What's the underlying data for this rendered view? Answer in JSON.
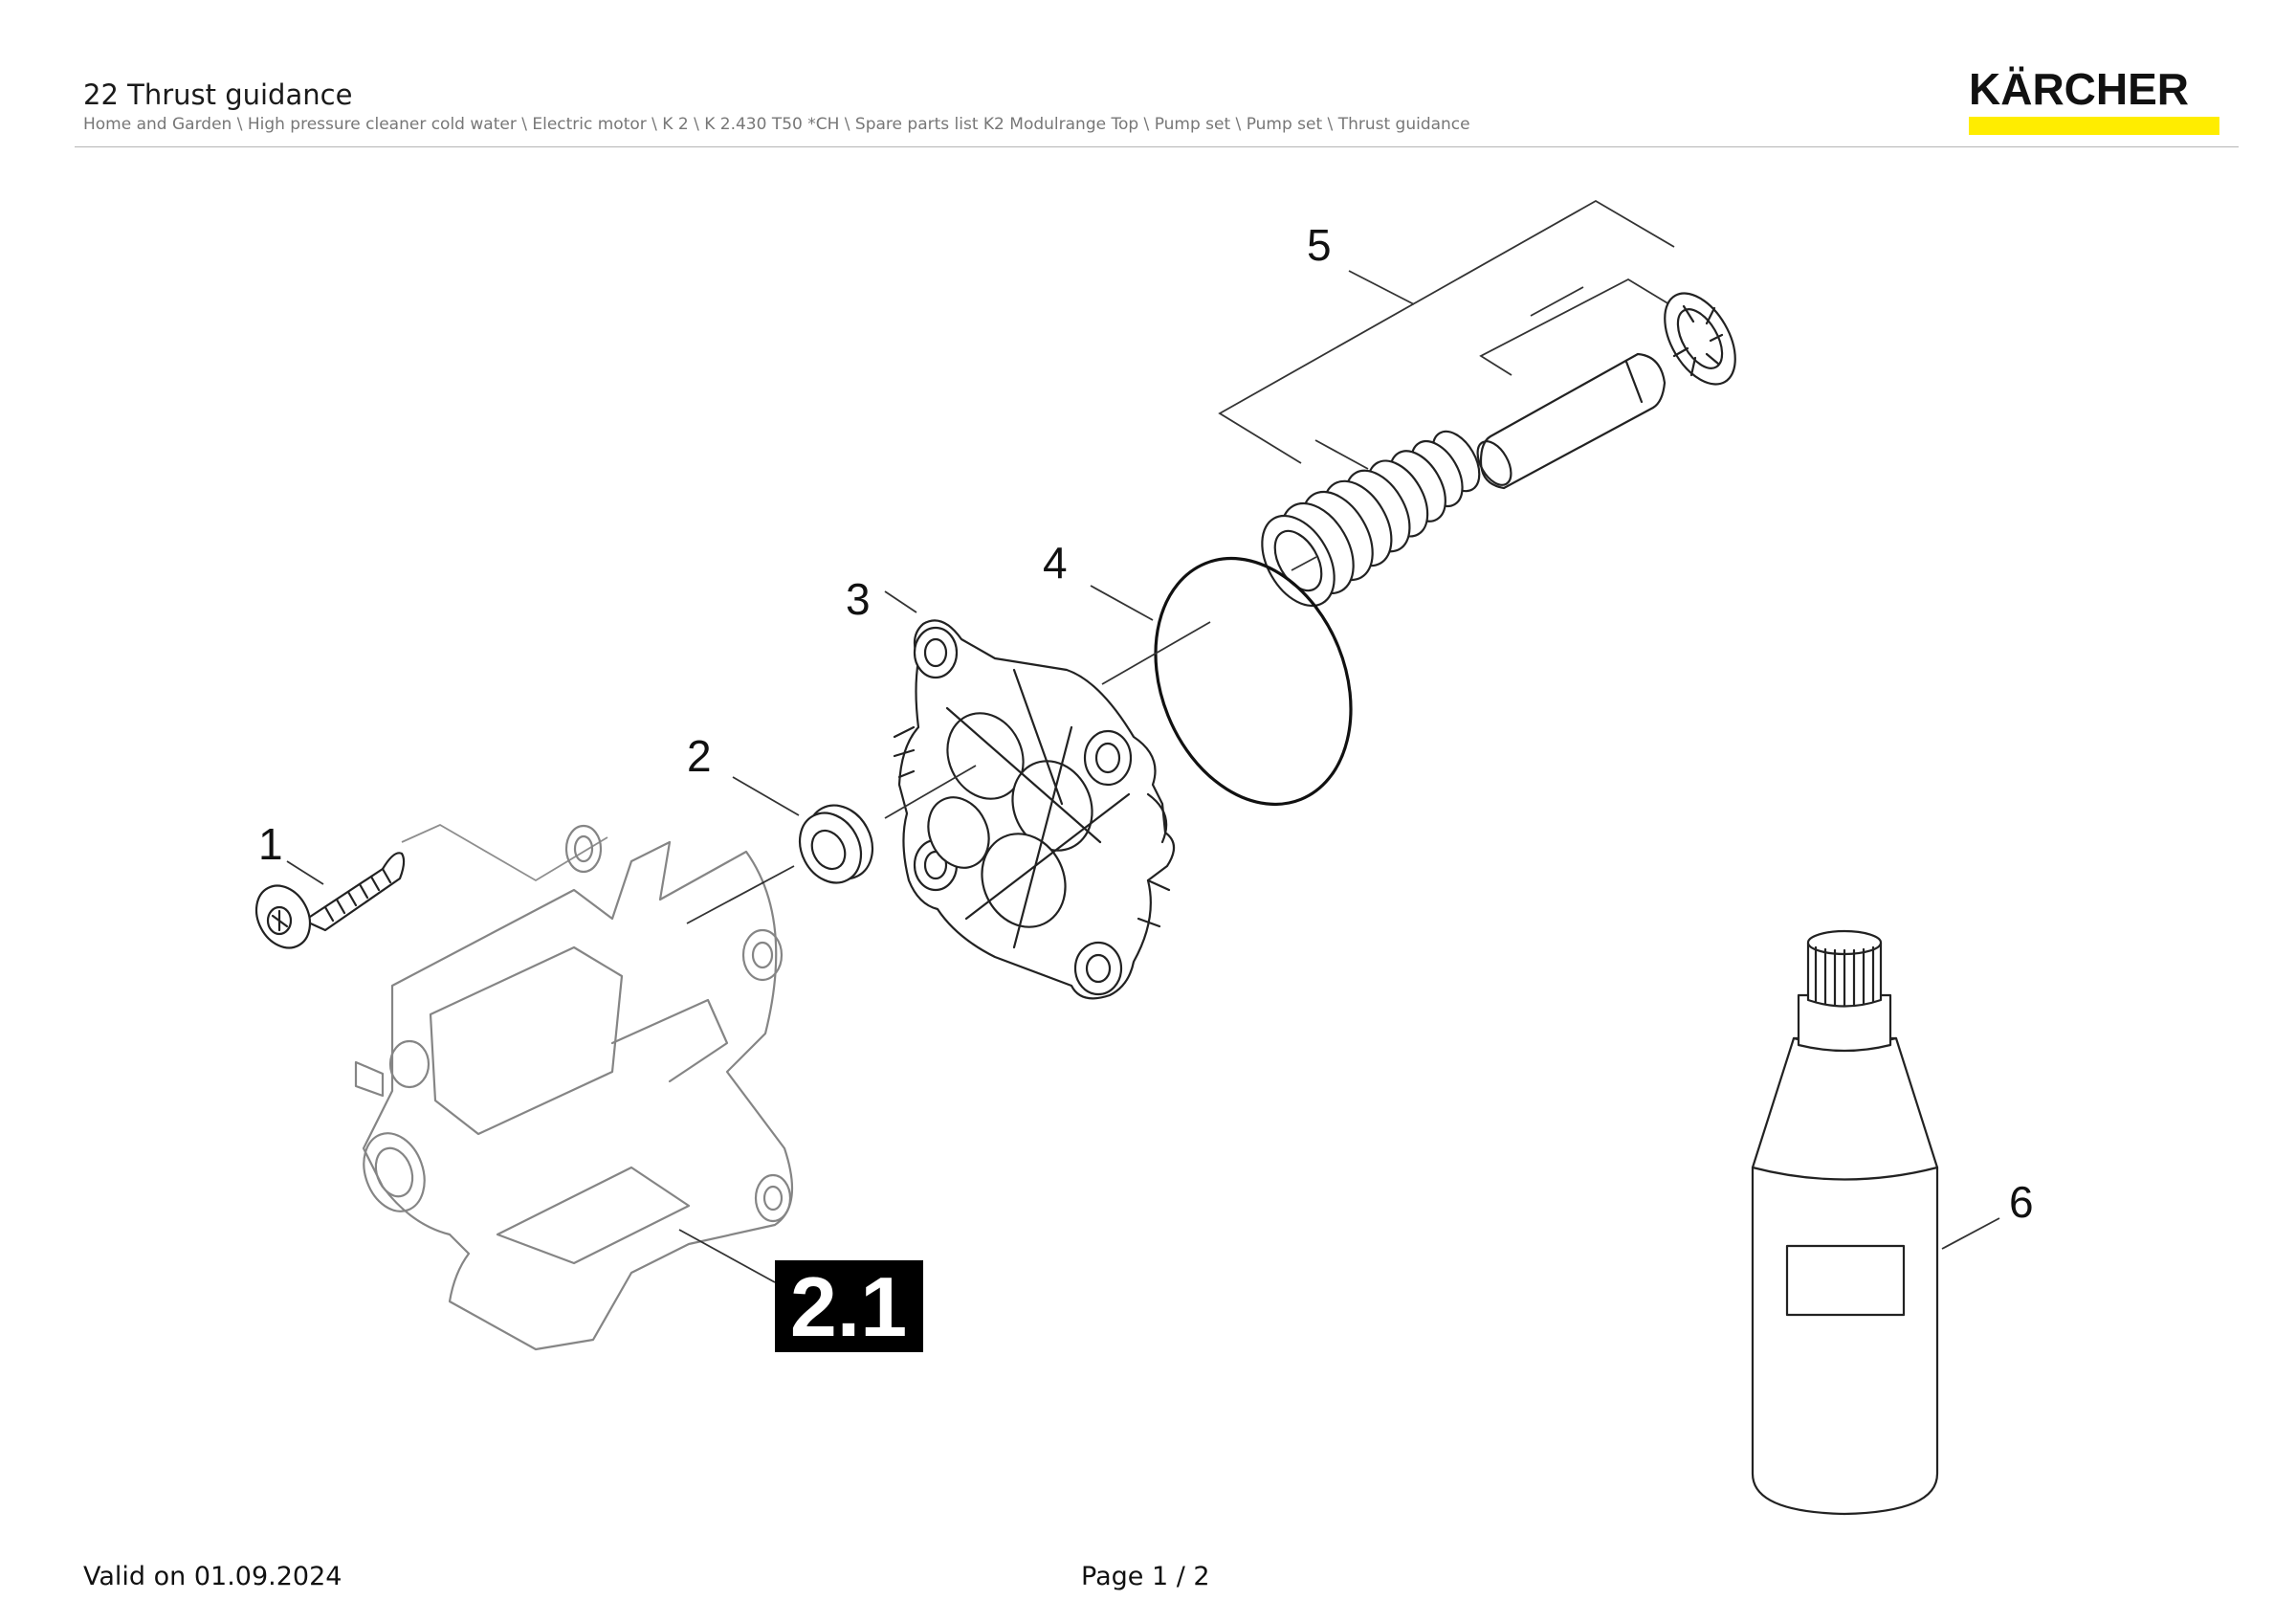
{
  "header": {
    "title": "22 Thrust guidance",
    "breadcrumb": "Home and Garden \\ High pressure cleaner cold water \\ Electric motor \\ K 2 \\ K 2.430 T50 *CH \\ Spare parts list K2 Modulrange Top \\ Pump set \\ Pump set \\ Thrust guidance"
  },
  "logo": {
    "text": "KÄRCHER",
    "bar_color": "#ffed00"
  },
  "diagram": {
    "callouts": [
      "1",
      "2",
      "3",
      "4",
      "5",
      "6"
    ],
    "assembly_label": "2.1"
  },
  "footer": {
    "valid": "Valid on 01.09.2024",
    "page": "Page 1 / 2"
  }
}
